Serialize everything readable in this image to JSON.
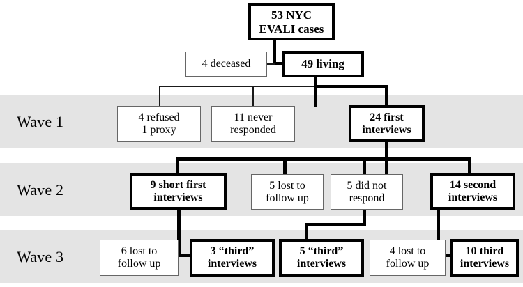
{
  "figure": {
    "type": "flow-diagram",
    "title": "53 NYC EVALI cases follow-up flow",
    "colors": {
      "band": "#e4e4e4",
      "line": "#000000",
      "box_fill": "#ffffff",
      "thin_border": "#666666",
      "thick_border": "#000000"
    }
  },
  "bands": [
    {
      "label": "Wave 1"
    },
    {
      "label": "Wave 2"
    },
    {
      "label": "Wave 3"
    }
  ],
  "nodes": {
    "root": {
      "line1": "53 NYC",
      "line2": "EVALI cases",
      "emphasis": "bold"
    },
    "deceased": {
      "line1": "4 deceased",
      "line2": "",
      "emphasis": "normal"
    },
    "living": {
      "line1": "49 living",
      "line2": "",
      "emphasis": "bold"
    },
    "refused": {
      "line1": "4 refused",
      "line2": "1 proxy",
      "emphasis": "normal"
    },
    "never_responded": {
      "line1": "11 never",
      "line2": "responded",
      "emphasis": "normal"
    },
    "first_int": {
      "line1": "24 first",
      "line2": "interviews",
      "emphasis": "bold"
    },
    "short_first": {
      "line1": "9 short first",
      "line2": "interviews",
      "emphasis": "bold"
    },
    "lost_w2": {
      "line1": "5 lost to",
      "line2": "follow up",
      "emphasis": "normal"
    },
    "no_respond_w2": {
      "line1": "5 did not",
      "line2": "respond",
      "emphasis": "normal"
    },
    "second_int": {
      "line1": "14 second",
      "line2": "interviews",
      "emphasis": "bold"
    },
    "lost_w3_a": {
      "line1": "6 lost to",
      "line2": "follow up",
      "emphasis": "normal"
    },
    "third_3": {
      "line1": "3 “third”",
      "line2": "interviews",
      "emphasis": "bold"
    },
    "third_5": {
      "line1": "5 “third”",
      "line2": "interviews",
      "emphasis": "bold"
    },
    "lost_w3_b": {
      "line1": "4 lost to",
      "line2": "follow up",
      "emphasis": "normal"
    },
    "third_10": {
      "line1": "10 third",
      "line2": "interviews",
      "emphasis": "bold"
    }
  }
}
